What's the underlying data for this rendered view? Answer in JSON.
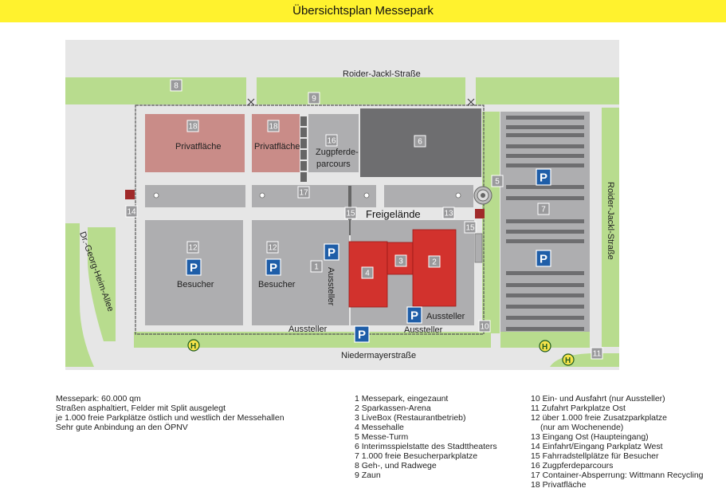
{
  "title": "Übersichtsplan Messepark",
  "map": {
    "streets": {
      "north": "Roider-Jackl-Straße",
      "east": "Roider-Jackl-Straße",
      "south": "Niedermayerstraße",
      "west": "Dr.-Georg-Heim-Allee"
    },
    "freigelaende": "Freigelände",
    "areas": {
      "private_left": "Privatfläche",
      "private_right": "Privatfläche",
      "zugpferde_line1": "Zugpferde-",
      "zugpferde_line2": "parcours",
      "besucher_left": "Besucher",
      "besucher_right": "Besucher",
      "aussteller_vertical": "Aussteller",
      "aussteller_hall": "Aussteller",
      "aussteller_bottom1": "Aussteller",
      "aussteller_bottom2": "Aussteller"
    },
    "markers": {
      "n1": "1",
      "n2": "2",
      "n3": "3",
      "n4": "4",
      "n5": "5",
      "n6": "6",
      "n7": "7",
      "n8": "8",
      "n9": "9",
      "n10": "10",
      "n11": "11",
      "n12a": "12",
      "n12b": "12",
      "n13": "13",
      "n14": "14",
      "n15a": "15",
      "n15b": "15",
      "n16": "16",
      "n17": "17",
      "n18a": "18",
      "n18b": "18"
    },
    "parking_symbol": "P",
    "bus_symbol": "H",
    "colors": {
      "asphalt": "#aeaeb0",
      "green": "#b8dc8e",
      "hall": "#d2322d",
      "private": "#c98c88",
      "parking_blue": "#1f5ea8",
      "dark_hall": "#6e6e70",
      "title_bar": "#fff22e"
    }
  },
  "info": [
    "Messepark: 60.000 qm",
    "Straßen asphaltiert, Felder mit Split ausgelegt",
    "je 1.000 freie Parkplätze östlich und westlich der Messehallen",
    "Sehr gute Anbindung an den ÖPNV"
  ],
  "legend_left": [
    "1 Messepark, eingezaunt",
    "2 Sparkassen-Arena",
    "3 LiveBox (Restaurantbetrieb)",
    "4 Messehalle",
    "5 Messe-Turm",
    "6 Interimsspielstatte des Stadttheaters",
    "7 1.000 freie Besucherparkplatze",
    "8 Geh-, und Radwege",
    "9 Zaun"
  ],
  "legend_right": [
    "10 Ein- und Ausfahrt (nur Aussteller)",
    "11 Zufahrt Parkplatze Ost",
    "12 über 1.000 freie Zusatzparkplatze",
    "(nur am Wochenende)",
    "13 Eingang Ost (Haupteingang)",
    "14 Einfahrt/Eingang Parkplatz West",
    "15 Fahrradstellplätze für Besucher",
    "16 Zugpferdeparcours",
    "17 Container-Absperrung: Wittmann Recycling",
    "18 Privatfläche"
  ]
}
